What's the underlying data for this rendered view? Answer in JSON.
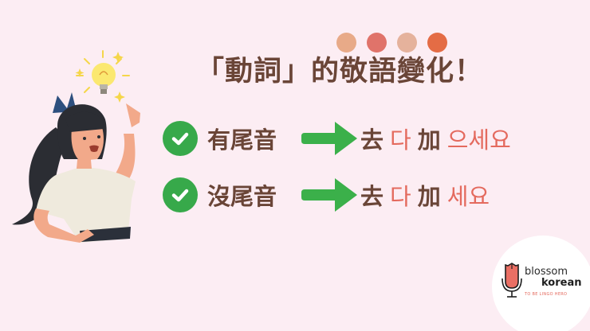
{
  "slide": {
    "title": "「動詞」的敬語變化！",
    "decor_dots": [
      "#e8aa88",
      "#e0736a",
      "#e5b29c",
      "#e46c45"
    ],
    "rows": [
      {
        "condition": "有尾音",
        "rule_prefix": "去",
        "rule_removed": "다",
        "rule_middle": "加",
        "rule_suffix": "으세요"
      },
      {
        "condition": "沒尾音",
        "rule_prefix": "去",
        "rule_removed": "다",
        "rule_middle": "加",
        "rule_suffix": "세요"
      }
    ]
  },
  "logo": {
    "line1": "blossom",
    "line2": "korean",
    "tagline": "TO BE LINGO HERO"
  },
  "colors": {
    "background": "#fcedf3",
    "text_brown": "#6a4537",
    "accent_red": "#e46a5e",
    "check_green": "#37a94a",
    "arrow_green": "#3bb04a"
  }
}
